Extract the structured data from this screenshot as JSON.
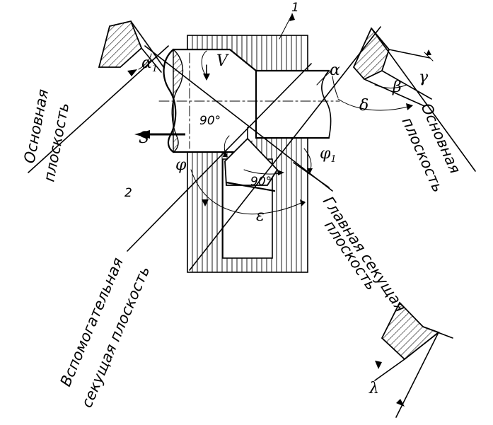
{
  "labels": {
    "part1": "1",
    "part2": "2",
    "feed": "S",
    "speed": "V",
    "right_angle_1": "90°",
    "right_angle_2": "90°",
    "alpha": "α",
    "alpha1_main": "α",
    "alpha1_sub": "1",
    "beta": "β",
    "gamma": "γ",
    "delta": "δ",
    "phi": "φ",
    "phi1_main": "φ",
    "phi1_sub": "1",
    "epsilon": "ε",
    "lambda": "λ"
  },
  "planes": {
    "base_left_line1": "Основная",
    "base_left_line2": "плоскость",
    "base_right_line1": "Основная",
    "base_right_line2": "плоскость",
    "main_cut_line1": "Главная секущая",
    "main_cut_line2": "плоскость",
    "aux_cut_line1": "Вспомогательная",
    "aux_cut_line2": "секущая плоскость"
  }
}
